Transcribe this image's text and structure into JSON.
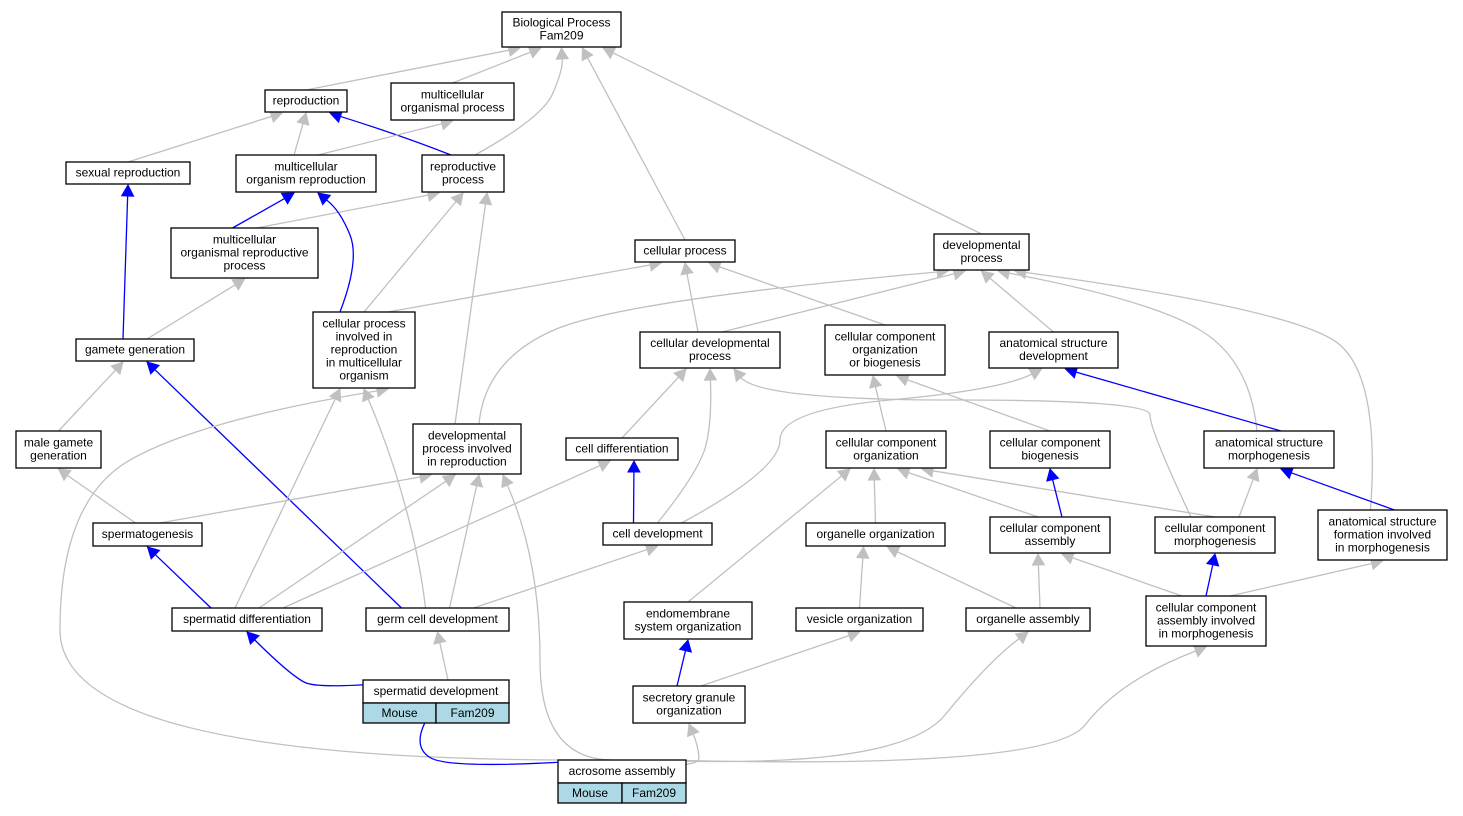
{
  "graph": {
    "title": [
      "Biological Process",
      "Fam209"
    ],
    "colors": {
      "regular_edge": "#c0c0c0",
      "highlight_edge": "#0000ff",
      "tag_fill": "#add8e6"
    },
    "nodes": [
      {
        "id": "bp",
        "lines": [
          "Biological Process",
          "Fam209"
        ]
      },
      {
        "id": "reproduction",
        "lines": [
          "reproduction"
        ]
      },
      {
        "id": "mop",
        "lines": [
          "multicellular",
          "organismal process"
        ]
      },
      {
        "id": "sexual_reproduction",
        "lines": [
          "sexual reproduction"
        ]
      },
      {
        "id": "mor",
        "lines": [
          "multicellular",
          "organism reproduction"
        ]
      },
      {
        "id": "reproductive_process",
        "lines": [
          "reproductive",
          "process"
        ]
      },
      {
        "id": "morp",
        "lines": [
          "multicellular",
          "organismal reproductive",
          "process"
        ]
      },
      {
        "id": "cellular_process",
        "lines": [
          "cellular process"
        ]
      },
      {
        "id": "developmental_process",
        "lines": [
          "developmental",
          "process"
        ]
      },
      {
        "id": "gamete_generation",
        "lines": [
          "gamete generation"
        ]
      },
      {
        "id": "cpirmo",
        "lines": [
          "cellular process",
          "involved in",
          "reproduction",
          "in multicellular",
          "organism"
        ]
      },
      {
        "id": "cdp",
        "lines": [
          "cellular developmental",
          "process"
        ]
      },
      {
        "id": "ccob",
        "lines": [
          "cellular component",
          "organization",
          "or biogenesis"
        ]
      },
      {
        "id": "asd",
        "lines": [
          "anatomical structure",
          "development"
        ]
      },
      {
        "id": "mgg",
        "lines": [
          "male gamete",
          "generation"
        ]
      },
      {
        "id": "dpir",
        "lines": [
          "developmental",
          "process involved",
          "in reproduction"
        ]
      },
      {
        "id": "cell_differentiation",
        "lines": [
          "cell differentiation"
        ]
      },
      {
        "id": "cco",
        "lines": [
          "cellular component",
          "organization"
        ]
      },
      {
        "id": "ccb",
        "lines": [
          "cellular component",
          "biogenesis"
        ]
      },
      {
        "id": "asm",
        "lines": [
          "anatomical structure",
          "morphogenesis"
        ]
      },
      {
        "id": "spermatogenesis",
        "lines": [
          "spermatogenesis"
        ]
      },
      {
        "id": "cell_development",
        "lines": [
          "cell development"
        ]
      },
      {
        "id": "organelle_organization",
        "lines": [
          "organelle organization"
        ]
      },
      {
        "id": "cca",
        "lines": [
          "cellular component",
          "assembly"
        ]
      },
      {
        "id": "ccm",
        "lines": [
          "cellular component",
          "morphogenesis"
        ]
      },
      {
        "id": "asfim",
        "lines": [
          "anatomical structure",
          "formation involved",
          "in morphogenesis"
        ]
      },
      {
        "id": "spermatid_differentiation",
        "lines": [
          "spermatid differentiation"
        ]
      },
      {
        "id": "germ_cell_development",
        "lines": [
          "germ cell development"
        ]
      },
      {
        "id": "endomembrane",
        "lines": [
          "endomembrane",
          "system organization"
        ]
      },
      {
        "id": "vesicle_organization",
        "lines": [
          "vesicle organization"
        ]
      },
      {
        "id": "organelle_assembly",
        "lines": [
          "organelle assembly"
        ]
      },
      {
        "id": "ccaim",
        "lines": [
          "cellular component",
          "assembly involved",
          "in morphogenesis"
        ]
      },
      {
        "id": "spermatid_development",
        "lines": [
          "spermatid development"
        ],
        "tags": [
          "Mouse",
          "Fam209"
        ]
      },
      {
        "id": "sgo",
        "lines": [
          "secretory granule",
          "organization"
        ]
      },
      {
        "id": "acrosome_assembly",
        "lines": [
          "acrosome assembly"
        ],
        "tags": [
          "Mouse",
          "Fam209"
        ]
      }
    ],
    "edges": [
      {
        "from": "reproduction",
        "to": "bp",
        "highlight": false
      },
      {
        "from": "mop",
        "to": "bp",
        "highlight": false
      },
      {
        "from": "reproductive_process",
        "to": "bp",
        "highlight": false
      },
      {
        "from": "cellular_process",
        "to": "bp",
        "highlight": false
      },
      {
        "from": "developmental_process",
        "to": "bp",
        "highlight": false
      },
      {
        "from": "sexual_reproduction",
        "to": "reproduction",
        "highlight": false
      },
      {
        "from": "mor",
        "to": "reproduction",
        "highlight": false
      },
      {
        "from": "reproductive_process",
        "to": "reproduction",
        "highlight": true
      },
      {
        "from": "mor",
        "to": "mop",
        "highlight": false
      },
      {
        "from": "morp",
        "to": "mor",
        "highlight": true
      },
      {
        "from": "morp",
        "to": "reproductive_process",
        "highlight": false
      },
      {
        "from": "gamete_generation",
        "to": "sexual_reproduction",
        "highlight": true
      },
      {
        "from": "gamete_generation",
        "to": "morp",
        "highlight": false
      },
      {
        "from": "cpirmo",
        "to": "mor",
        "highlight": true
      },
      {
        "from": "cpirmo",
        "to": "reproductive_process",
        "highlight": false
      },
      {
        "from": "cpirmo",
        "to": "cellular_process",
        "highlight": false
      },
      {
        "from": "dpir",
        "to": "reproductive_process",
        "highlight": false
      },
      {
        "from": "dpir",
        "to": "developmental_process",
        "highlight": false
      },
      {
        "from": "cdp",
        "to": "cellular_process",
        "highlight": false
      },
      {
        "from": "cdp",
        "to": "developmental_process",
        "highlight": false
      },
      {
        "from": "ccob",
        "to": "cellular_process",
        "highlight": false
      },
      {
        "from": "asd",
        "to": "developmental_process",
        "highlight": false
      },
      {
        "from": "asm",
        "to": "developmental_process",
        "highlight": false
      },
      {
        "from": "asfim",
        "to": "developmental_process",
        "highlight": false
      },
      {
        "from": "mgg",
        "to": "gamete_generation",
        "highlight": false
      },
      {
        "from": "germ_cell_development",
        "to": "gamete_generation",
        "highlight": true
      },
      {
        "from": "cell_differentiation",
        "to": "cdp",
        "highlight": false
      },
      {
        "from": "cell_development",
        "to": "cdp",
        "highlight": false
      },
      {
        "from": "ccm",
        "to": "cdp",
        "highlight": false
      },
      {
        "from": "cco",
        "to": "ccob",
        "highlight": false
      },
      {
        "from": "ccb",
        "to": "ccob",
        "highlight": false
      },
      {
        "from": "asm",
        "to": "asd",
        "highlight": true
      },
      {
        "from": "cell_development",
        "to": "asd",
        "highlight": false
      },
      {
        "from": "spermatogenesis",
        "to": "mgg",
        "highlight": false
      },
      {
        "from": "spermatogenesis",
        "to": "dpir",
        "highlight": false
      },
      {
        "from": "spermatid_differentiation",
        "to": "dpir",
        "highlight": false
      },
      {
        "from": "germ_cell_development",
        "to": "dpir",
        "highlight": false
      },
      {
        "from": "acrosome_assembly",
        "to": "dpir",
        "highlight": false
      },
      {
        "from": "cell_development",
        "to": "cell_differentiation",
        "highlight": true
      },
      {
        "from": "spermatid_differentiation",
        "to": "cell_differentiation",
        "highlight": false
      },
      {
        "from": "organelle_organization",
        "to": "cco",
        "highlight": false
      },
      {
        "from": "cca",
        "to": "cco",
        "highlight": false
      },
      {
        "from": "ccm",
        "to": "cco",
        "highlight": false
      },
      {
        "from": "endomembrane",
        "to": "cco",
        "highlight": false
      },
      {
        "from": "cca",
        "to": "ccb",
        "highlight": true
      },
      {
        "from": "ccm",
        "to": "asm",
        "highlight": false
      },
      {
        "from": "asfim",
        "to": "asm",
        "highlight": true
      },
      {
        "from": "spermatid_differentiation",
        "to": "spermatogenesis",
        "highlight": true
      },
      {
        "from": "spermatid_differentiation",
        "to": "cpirmo",
        "highlight": false
      },
      {
        "from": "germ_cell_development",
        "to": "cpirmo",
        "highlight": false
      },
      {
        "from": "acrosome_assembly",
        "to": "cpirmo",
        "highlight": false
      },
      {
        "from": "germ_cell_development",
        "to": "cell_development",
        "highlight": false
      },
      {
        "from": "vesicle_organization",
        "to": "organelle_organization",
        "highlight": false
      },
      {
        "from": "organelle_assembly",
        "to": "organelle_organization",
        "highlight": false
      },
      {
        "from": "organelle_assembly",
        "to": "cca",
        "highlight": false
      },
      {
        "from": "ccaim",
        "to": "cca",
        "highlight": false
      },
      {
        "from": "ccaim",
        "to": "ccm",
        "highlight": true
      },
      {
        "from": "ccaim",
        "to": "asfim",
        "highlight": false
      },
      {
        "from": "spermatid_development",
        "to": "spermatid_differentiation",
        "highlight": true
      },
      {
        "from": "spermatid_development",
        "to": "germ_cell_development",
        "highlight": false
      },
      {
        "from": "sgo",
        "to": "endomembrane",
        "highlight": true
      },
      {
        "from": "sgo",
        "to": "vesicle_organization",
        "highlight": false
      },
      {
        "from": "acrosome_assembly",
        "to": "spermatid_development",
        "highlight": true
      },
      {
        "from": "acrosome_assembly",
        "to": "sgo",
        "highlight": false
      },
      {
        "from": "acrosome_assembly",
        "to": "organelle_assembly",
        "highlight": false
      },
      {
        "from": "acrosome_assembly",
        "to": "ccaim",
        "highlight": false
      }
    ]
  }
}
